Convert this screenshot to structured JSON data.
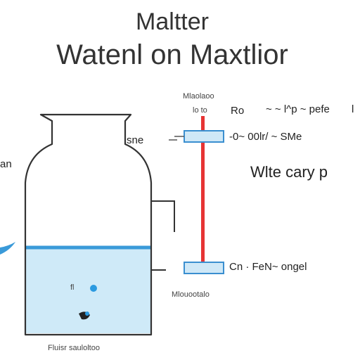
{
  "title": {
    "line1": "Maltter",
    "line2": "Watenl on Maxtlior"
  },
  "labels": {
    "top_small_1": "Mlaolaoo",
    "top_small_2": "lo to",
    "top_small_3": "Ro",
    "top_right": "~ ~ l^p ~ pefe",
    "top_right_end": "l",
    "neck_label": "sne",
    "left_label": "an",
    "marker_top": "-0~ 00lr/ ~ SMe",
    "middle_right": "Wlte  cary p",
    "marker_bottom": "Cn ·  FeN~ ongel",
    "gauge_bottom": "Mlouootalo",
    "bottom_label": "Fluisr sauloltoo",
    "drop_label": "fl"
  },
  "colors": {
    "water_fill": "#cfeaf8",
    "water_line": "#3a9ad9",
    "gauge": "#e63434",
    "marker_fill": "#cfe8f7",
    "marker_stroke": "#3a8fd0",
    "outline": "#333333",
    "drop_light": "#2b9ae0",
    "drop_dark": "#222222"
  }
}
